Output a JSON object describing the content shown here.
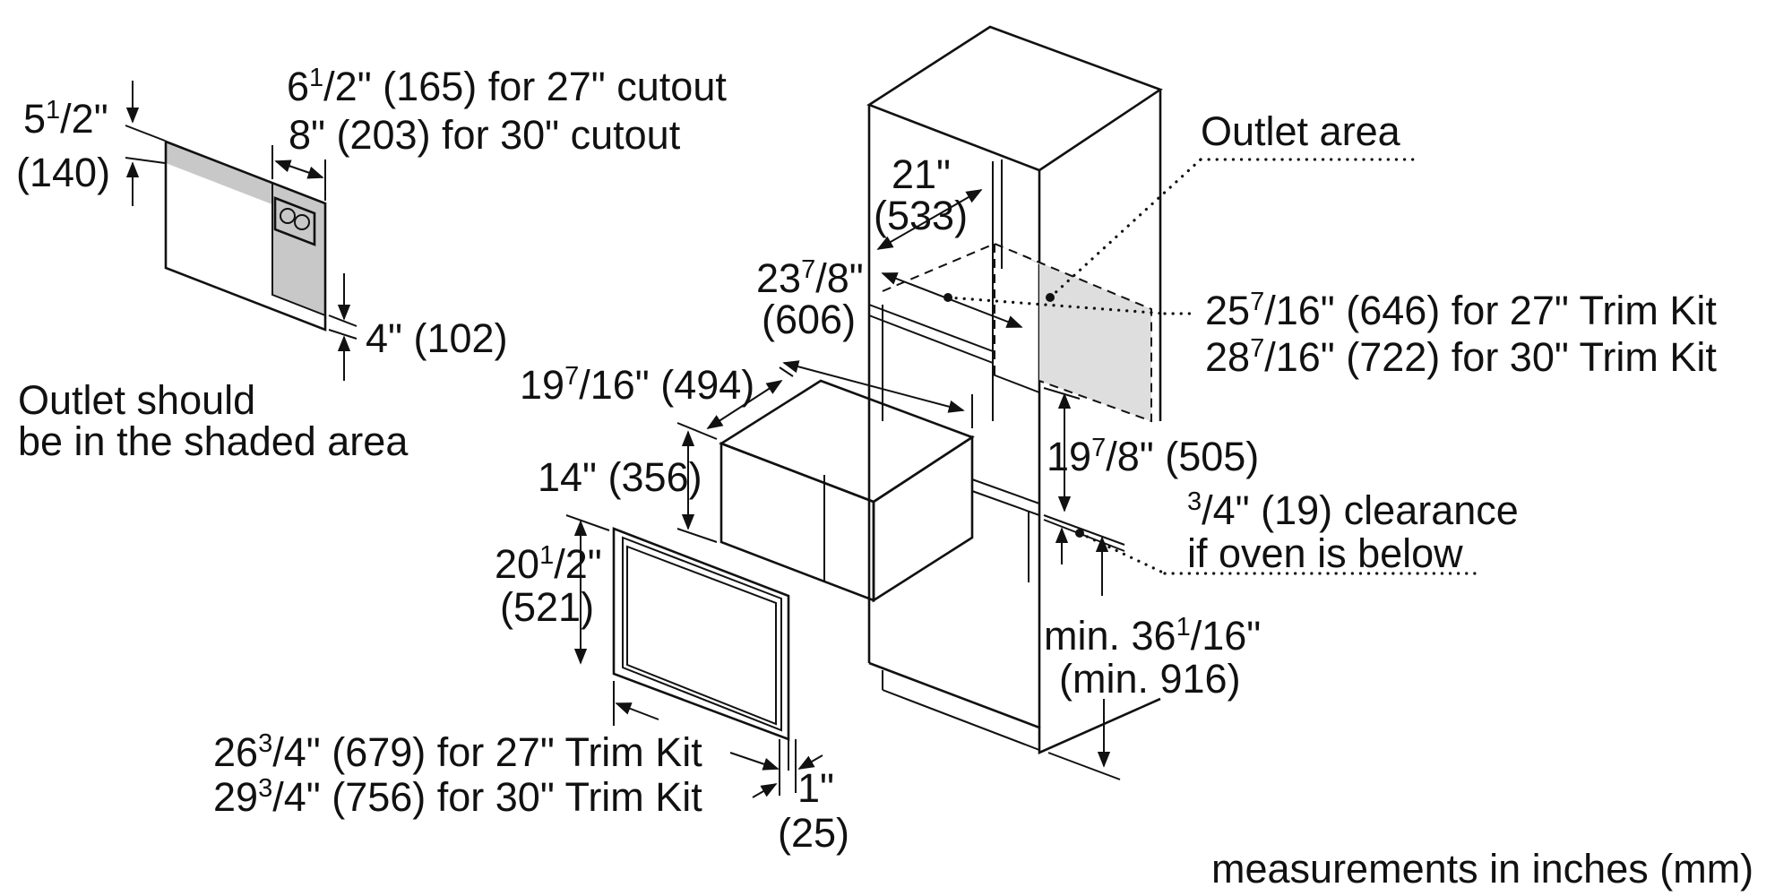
{
  "labels": {
    "cut_a1": "6",
    "cut_a2": "1",
    "cut_a3": "/2\" (165) for 27\" cutout",
    "cut_b": "8\" (203) for 30\" cutout",
    "h_a1": "5",
    "h_a2": "1",
    "h_a3": "/2\"",
    "h_b": "(140)",
    "four": "4\" (102)",
    "outlet_note_1": "Outlet should",
    "outlet_note_2": "be in the shaded area",
    "outlet_area": "Outlet area",
    "d21_a": "21\"",
    "d21_b": "(533)",
    "d23_a1": "23",
    "d23_a2": "7",
    "d23_a3": "/8\"",
    "d23_b": "(606)",
    "d25_a1": "25",
    "d25_a2": "7",
    "d25_a3": "/16\" (646) for 27\" Trim Kit",
    "d28_a1": "28",
    "d28_a2": "7",
    "d28_a3": "/16\" (722) for 30\" Trim Kit",
    "d19w_a1": "19",
    "d19w_a2": "7",
    "d19w_a3": "/16\" (494)",
    "d14": "14\" (356)",
    "d19h_a1": "19",
    "d19h_a2": "7",
    "d19h_a3": "/8\" (505)",
    "clr_a1": "3",
    "clr_a2": "/4\" (19) clearance",
    "clr_b": "if oven is below",
    "d20_a1": "20",
    "d20_a2": "1",
    "d20_a3": "/2\"",
    "d20_b": "(521)",
    "min_a1": "min. 36",
    "min_a2": "1",
    "min_a3": "/16\"",
    "min_b": "(min. 916)",
    "d26_a1": "26",
    "d26_a2": "3",
    "d26_a3": "/4\" (679) for 27\" Trim Kit",
    "d29_a1": "29",
    "d29_a2": "3",
    "d29_a3": "/4\" (756) for 30\" Trim Kit",
    "d1_a": "1\"",
    "d1_b": "(25)",
    "units_note": "measurements in inches (mm)"
  }
}
